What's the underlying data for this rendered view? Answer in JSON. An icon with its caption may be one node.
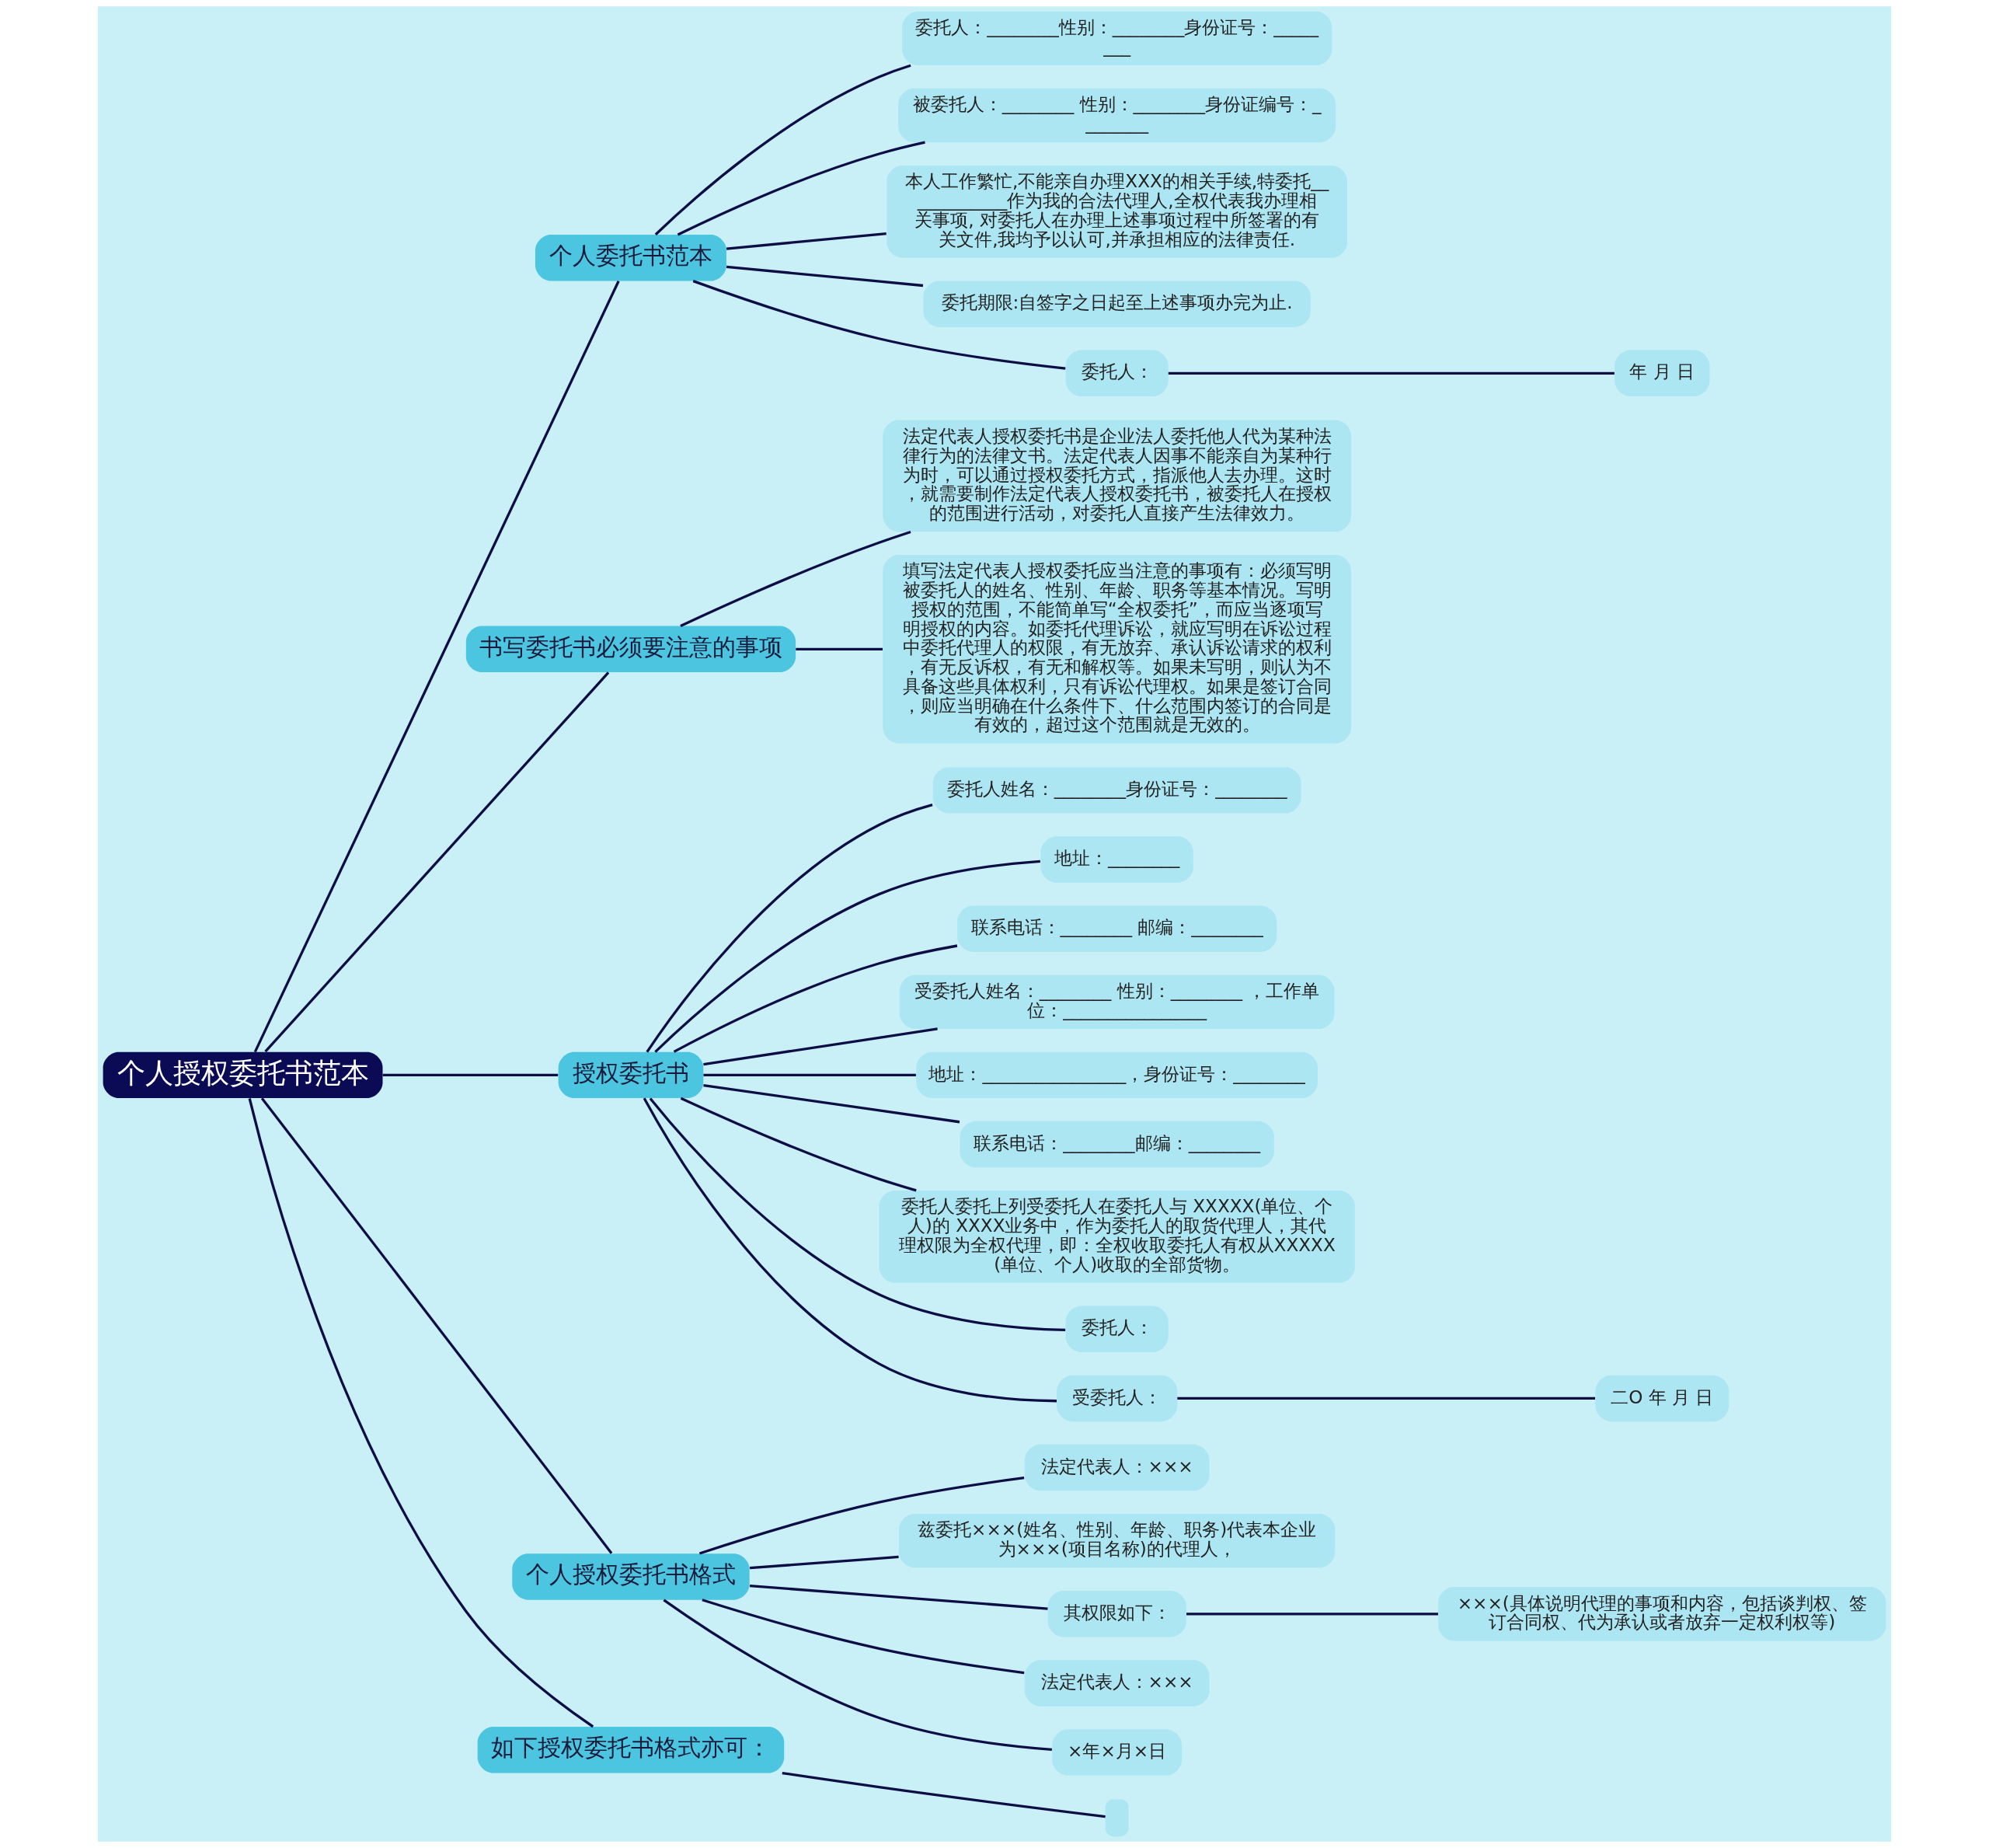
{
  "diagram": {
    "nodes": [
      {
        "text": [
          "个人授权委托书范本"
        ]
      },
      {
        "text": [
          "个人委托书范本"
        ]
      },
      {
        "text": [
          "委托人：________性别：________身份证号：________"
        ]
      },
      {
        "text": [
          "被委托人：________ 性别：________身份证编号：________"
        ]
      },
      {
        "text": [
          "本人工作繁忙,不能亲自办理XXX的相关手续,特委托____________作为我的合法代理人,全权代表我办理相关事项, 对委托人在办理上述事项过程中所签署的有关文件,我均予以认可,并承担相应的法律责任."
        ]
      },
      {
        "text": [
          "委托期限:自签字之日起至上述事项办完为止."
        ]
      },
      {
        "text": [
          "委托人："
        ]
      },
      {
        "text": [
          "年 月 日"
        ]
      },
      {
        "text": [
          "书写委托书必须要注意的事项"
        ]
      },
      {
        "text": [
          "法定代表人授权委托书是企业法人委托他人代为某种法律行为的法律文书。法定代表人因事不能亲自为某种行为时，可以通过授权委托方式，指派他人去办理。这时，就需要制作法定代表人授权委托书，被委托人在授权的范围进行活动，对委托人直接产生法律效力。"
        ]
      },
      {
        "text": [
          "填写法定代表人授权委托应当注意的事项有：必须写明被委托人的姓名、性别、年龄、职务等基本情况。写明授权的范围，不能简单写“全权委托”，而应当逐项写明授权的内容。如委托代理诉讼，就应写明在诉讼过程中委托代理人的权限，有无放弃、承认诉讼请求的权利，有无反诉权，有无和解权等。如果未写明，则认为不具备这些具体权利，只有诉讼代理权。如果是签订合同，则应当明确在什么条件下、什么范围内签订的合同是有效的，超过这个范围就是无效的。"
        ]
      },
      {
        "text": [
          "授权委托书"
        ]
      },
      {
        "text": [
          "委托人姓名：________身份证号：________"
        ]
      },
      {
        "text": [
          "地址：________"
        ]
      },
      {
        "text": [
          "联系电话：________ 邮编：________"
        ]
      },
      {
        "text": [
          "受委托人姓名：________ 性别：________ ，工作单位：________________"
        ]
      },
      {
        "text": [
          "地址：________________，身份证号：________"
        ]
      },
      {
        "text": [
          "联系电话：________邮编：________"
        ]
      },
      {
        "text": [
          "委托人委托上列受委托人在委托人与 XXXXX(单位、个人)的 XXXX业务中，作为委托人的取货代理人，其代理权限为全权代理，即：全权收取委托人有权从XXXXX(单位、个人)收取的全部货物。"
        ]
      },
      {
        "text": [
          "委托人："
        ]
      },
      {
        "text": [
          "受委托人："
        ]
      },
      {
        "text": [
          "二O 年 月 日"
        ]
      },
      {
        "text": [
          "个人授权委托书格式"
        ]
      },
      {
        "text": [
          "法定代表人：×××"
        ]
      },
      {
        "text": [
          "兹委托×××(姓名、性别、年龄、职务)代表本企业为×××(项目名称)的代理人，"
        ]
      },
      {
        "text": [
          "其权限如下："
        ]
      },
      {
        "text": [
          "×××(具体说明代理的事项和内容，包括谈判权、签订合同权、代为承认或者放弃一定权利权等)"
        ]
      },
      {
        "text": [
          "法定代表人：×××"
        ]
      },
      {
        "text": [
          "×年×月×日"
        ]
      },
      {
        "text": [
          "如下授权委托书格式亦可："
        ]
      },
      {
        "text": [],
        "shape": "box"
      }
    ],
    "edges": [
      {
        "from": 0,
        "to": 1,
        "arrow": "none"
      },
      {
        "from": 1,
        "to": 2,
        "arrow": "none"
      },
      {
        "from": 1,
        "to": 3,
        "arrow": "none"
      },
      {
        "from": 1,
        "to": 4,
        "arrow": "none"
      },
      {
        "from": 1,
        "to": 5,
        "arrow": "none"
      },
      {
        "from": 1,
        "to": 6,
        "arrow": "none"
      },
      {
        "from": 6,
        "to": 7,
        "arrow": "none"
      },
      {
        "from": 0,
        "to": 8,
        "arrow": "none"
      },
      {
        "from": 8,
        "to": 9,
        "arrow": "none"
      },
      {
        "from": 8,
        "to": 10,
        "arrow": "none"
      },
      {
        "from": 0,
        "to": 11,
        "arrow": "none"
      },
      {
        "from": 11,
        "to": 12,
        "arrow": "none"
      },
      {
        "from": 11,
        "to": 13,
        "arrow": "none"
      },
      {
        "from": 11,
        "to": 14,
        "arrow": "none"
      },
      {
        "from": 11,
        "to": 15,
        "arrow": "none"
      },
      {
        "from": 11,
        "to": 16,
        "arrow": "none"
      },
      {
        "from": 11,
        "to": 17,
        "arrow": "none"
      },
      {
        "from": 11,
        "to": 18,
        "arrow": "none"
      },
      {
        "from": 11,
        "to": 19,
        "arrow": "none"
      },
      {
        "from": 11,
        "to": 20,
        "arrow": "none"
      },
      {
        "from": 20,
        "to": 21,
        "arrow": "none"
      },
      {
        "from": 0,
        "to": 22,
        "arrow": "none"
      },
      {
        "from": 22,
        "to": 23,
        "arrow": "none"
      },
      {
        "from": 22,
        "to": 24,
        "arrow": "none"
      },
      {
        "from": 22,
        "to": 25,
        "arrow": "none"
      },
      {
        "from": 25,
        "to": 26,
        "arrow": "none"
      },
      {
        "from": 22,
        "to": 27,
        "arrow": "none"
      },
      {
        "from": 22,
        "to": 28,
        "arrow": "none"
      },
      {
        "from": 0,
        "to": 29,
        "arrow": "none"
      },
      {
        "from": 29,
        "to": 30,
        "arrow": "none"
      }
    ]
  }
}
